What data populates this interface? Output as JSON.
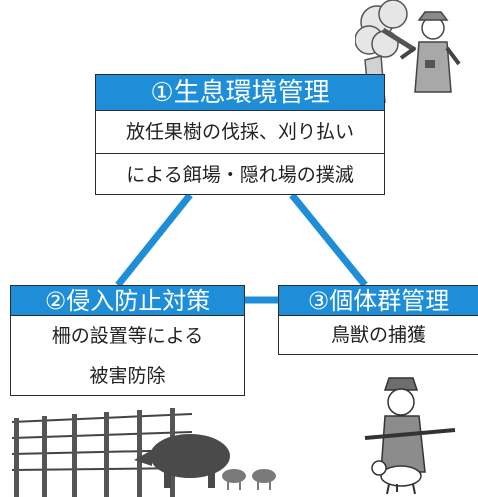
{
  "diagram": {
    "box1": {
      "title": "①生息環境管理",
      "lines": [
        "放任果樹の伐採、刈り払い",
        "による餌場・隠れ場の撲滅"
      ]
    },
    "box2": {
      "title": "②侵入防止対策",
      "lines": [
        "柵の設置等による",
        "被害防除"
      ]
    },
    "box3": {
      "title": "③個体群管理",
      "lines": [
        "鳥獣の捕獲"
      ]
    }
  },
  "colors": {
    "header_blue": "#1e8ed8",
    "connector_blue": "#1e8ed8",
    "border": "#2b2b2b"
  },
  "illustrations": [
    "worker-cutting-tree-icon",
    "fence-boar-icon",
    "hunter-dog-icon"
  ]
}
